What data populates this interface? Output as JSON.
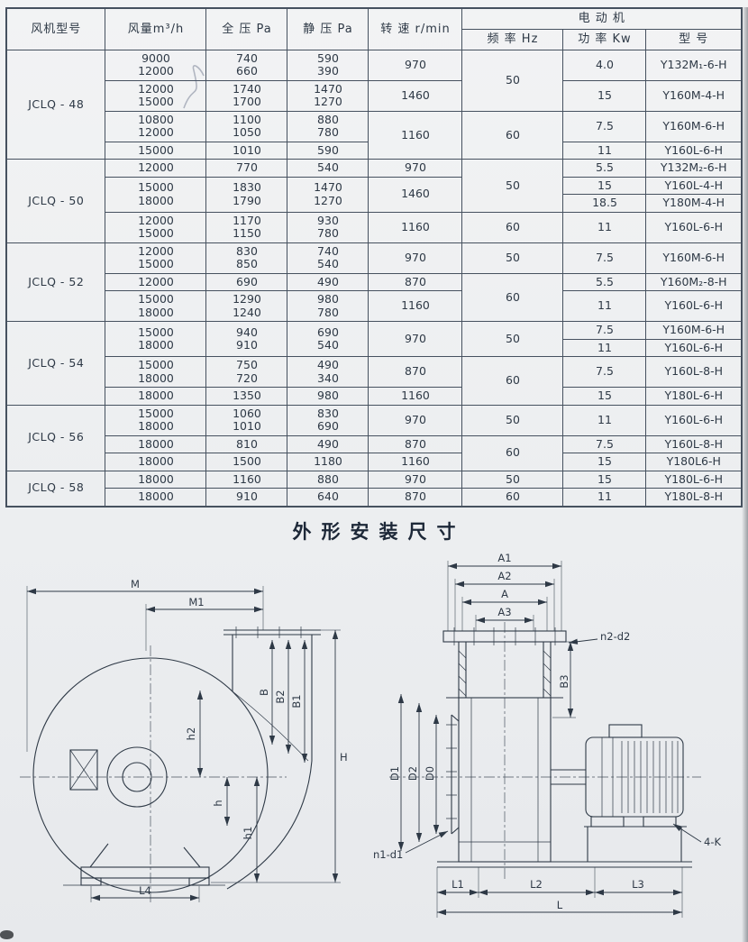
{
  "colors": {
    "ink": "#2e3946",
    "paper": "#edeff1",
    "title": "#1d2838",
    "border": "#46515f"
  },
  "table": {
    "headers": {
      "model": "风机型号",
      "airflow": "风量m³/h",
      "total_pressure": "全 压 Pa",
      "static_pressure": "静 压 Pa",
      "speed": "转 速 r/min",
      "motor": "电  动  机",
      "freq": "频 率 Hz",
      "power": "功 率 Kw",
      "motor_model": "型  号"
    },
    "rows": [
      {
        "model": "JCLQ - 48",
        "airflow": "9000\n12000",
        "tp": "740\n660",
        "sp": "590\n390",
        "speed": "970",
        "freq": "50",
        "power": "4.0",
        "motor": "Y132M₁-6-H"
      },
      {
        "airflow": "12000\n15000",
        "tp": "1740\n1700",
        "sp": "1470\n1270",
        "speed": "1460",
        "power": "15",
        "motor": "Y160M-4-H"
      },
      {
        "airflow": "10800\n12000",
        "tp": "1100\n1050",
        "sp": "880\n780",
        "speed": "1160",
        "freq": "60",
        "power": "7.5",
        "motor": "Y160M-6-H"
      },
      {
        "airflow": "15000",
        "tp": "1010",
        "sp": "590",
        "power": "11",
        "motor": "Y160L-6-H"
      },
      {
        "model": "JCLQ - 50",
        "airflow": "12000",
        "tp": "770",
        "sp": "540",
        "speed": "970",
        "freq": "50",
        "power": "5.5",
        "motor": "Y132M₂-6-H"
      },
      {
        "airflow": "15000\n18000",
        "tp": "1830\n1790",
        "sp": "1470\n1270",
        "speed": "1460",
        "power": "15",
        "motor": "Y160L-4-H"
      },
      {
        "power": "18.5",
        "motor": "Y180M-4-H"
      },
      {
        "airflow": "12000\n15000",
        "tp": "1170\n1150",
        "sp": "930\n780",
        "speed": "1160",
        "freq": "60",
        "power": "11",
        "motor": "Y160L-6-H"
      },
      {
        "model": "JCLQ - 52",
        "airflow": "12000\n15000",
        "tp": "830\n850",
        "sp": "740\n540",
        "speed": "970",
        "freq": "50",
        "power": "7.5",
        "motor": "Y160M-6-H"
      },
      {
        "airflow": "12000",
        "tp": "690",
        "sp": "490",
        "speed": "870",
        "freq": "60",
        "power": "5.5",
        "motor": "Y160M₂-8-H"
      },
      {
        "airflow": "15000\n18000",
        "tp": "1290\n1240",
        "sp": "980\n780",
        "speed": "1160",
        "power": "11",
        "motor": "Y160L-6-H"
      },
      {
        "model": "JCLQ - 54",
        "airflow": "15000\n18000",
        "tp": "940\n910",
        "sp": "690\n540",
        "speed": "970",
        "freq": "50",
        "power": "7.5",
        "motor": "Y160M-6-H"
      },
      {
        "power": "11",
        "motor": "Y160L-6-H"
      },
      {
        "airflow": "15000\n18000",
        "tp": "750\n720",
        "sp": "490\n340",
        "speed": "870",
        "freq": "60",
        "power": "7.5",
        "motor": "Y160L-8-H"
      },
      {
        "airflow": "18000",
        "tp": "1350",
        "sp": "980",
        "speed": "1160",
        "power": "15",
        "motor": "Y180L-6-H"
      },
      {
        "model": "JCLQ - 56",
        "airflow": "15000\n18000",
        "tp": "1060\n1010",
        "sp": "830\n690",
        "speed": "970",
        "freq": "50",
        "power": "11",
        "motor": "Y160L-6-H"
      },
      {
        "airflow": "18000",
        "tp": "810",
        "sp": "490",
        "speed": "870",
        "freq": "60",
        "power": "7.5",
        "motor": "Y160L-8-H"
      },
      {
        "airflow": "18000",
        "tp": "1500",
        "sp": "1180",
        "speed": "1160",
        "power": "15",
        "motor": "Y180L6-H"
      },
      {
        "model": "JCLQ - 58",
        "airflow": "18000",
        "tp": "1160",
        "sp": "880",
        "speed": "970",
        "freq": "50",
        "power": "15",
        "motor": "Y180L-6-H"
      },
      {
        "airflow": "18000",
        "tp": "910",
        "sp": "640",
        "speed": "870",
        "freq": "60",
        "power": "11",
        "motor": "Y180L-8-H"
      }
    ]
  },
  "section_title": "外形安装尺寸",
  "drawings": {
    "side_view": {
      "labels": {
        "M": "M",
        "M1": "M1",
        "B": "B",
        "B2": "B2",
        "B1": "B1",
        "h2": "h2",
        "h": "h",
        "h1": "h1",
        "H": "H",
        "L4": "L4"
      }
    },
    "front_view": {
      "labels": {
        "A1": "A1",
        "A2": "A2",
        "A": "A",
        "A3": "A3",
        "n2_d2": "n2-d2",
        "B3": "B3",
        "D1": "D1",
        "D2": "D2",
        "D0": "D0",
        "n1_d1": "n1-d1",
        "k4": "4-K",
        "L1": "L1",
        "L2": "L2",
        "L3": "L3",
        "L": "L"
      }
    }
  }
}
